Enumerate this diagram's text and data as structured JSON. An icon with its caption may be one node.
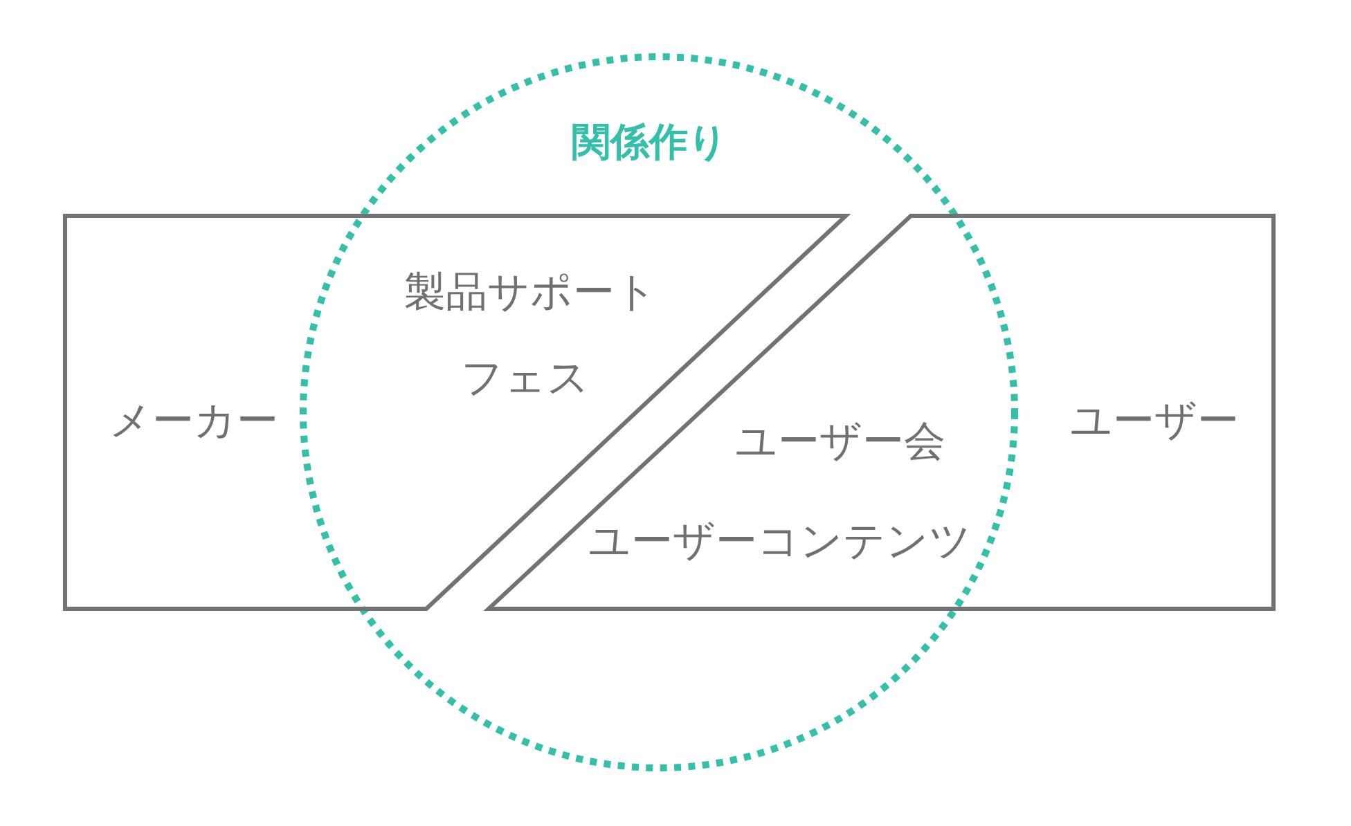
{
  "diagram": {
    "nodes": [
      {
        "text": [
          "関係作り"
        ]
      },
      {
        "text": [
          "メーカー",
          "製品サポート",
          "フェス"
        ]
      },
      {
        "text": [
          "ユーザー",
          "ユーザー会",
          "ユーザーコンテンツ"
        ]
      }
    ]
  }
}
